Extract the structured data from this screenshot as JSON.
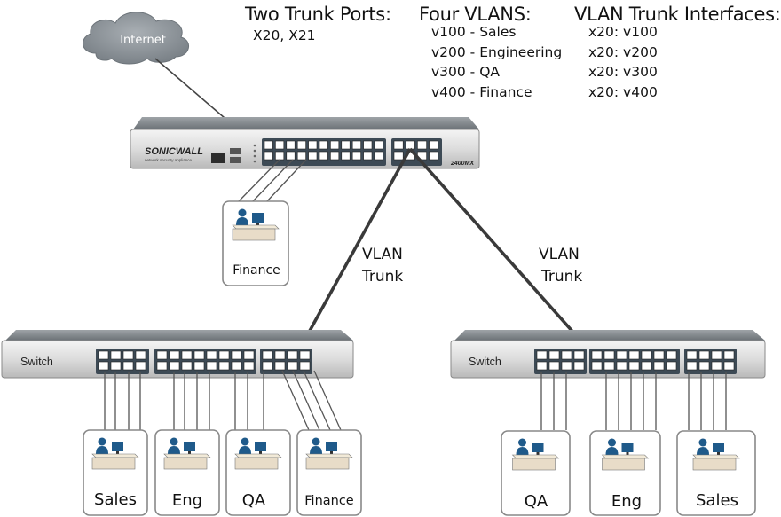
{
  "headings": {
    "trunk_ports_title": "Two Trunk Ports:",
    "trunk_ports_value": "X20, X21",
    "vlans_title": "Four VLANS:",
    "vlans": [
      "v100 - Sales",
      "v200 - Engineering",
      "v300 - QA",
      "v400 - Finance"
    ],
    "interfaces_title": "VLAN Trunk Interfaces:",
    "interfaces": [
      "x20: v100",
      "x20: v200",
      "x20: v300",
      "x20: v400"
    ]
  },
  "internet": {
    "label": "Internet"
  },
  "appliance": {
    "brand": "SONICWALL",
    "tagline": "network security appliance",
    "model": "2400MX"
  },
  "trunk_labels": {
    "left": [
      "VLAN",
      "Trunk"
    ],
    "right": [
      "VLAN",
      "Trunk"
    ]
  },
  "switches": {
    "left": "Switch",
    "right": "Switch"
  },
  "workstations": {
    "finance_top": "Finance",
    "left": [
      "Sales",
      "Eng",
      "QA",
      "Finance"
    ],
    "right": [
      "QA",
      "Eng",
      "Sales"
    ]
  },
  "colors": {
    "panel_dark": "#3d4a55",
    "box_border": "#888888",
    "desk": "#e8dcc8",
    "monitor": "#1f5a8a",
    "cloud": "#8e959b"
  }
}
